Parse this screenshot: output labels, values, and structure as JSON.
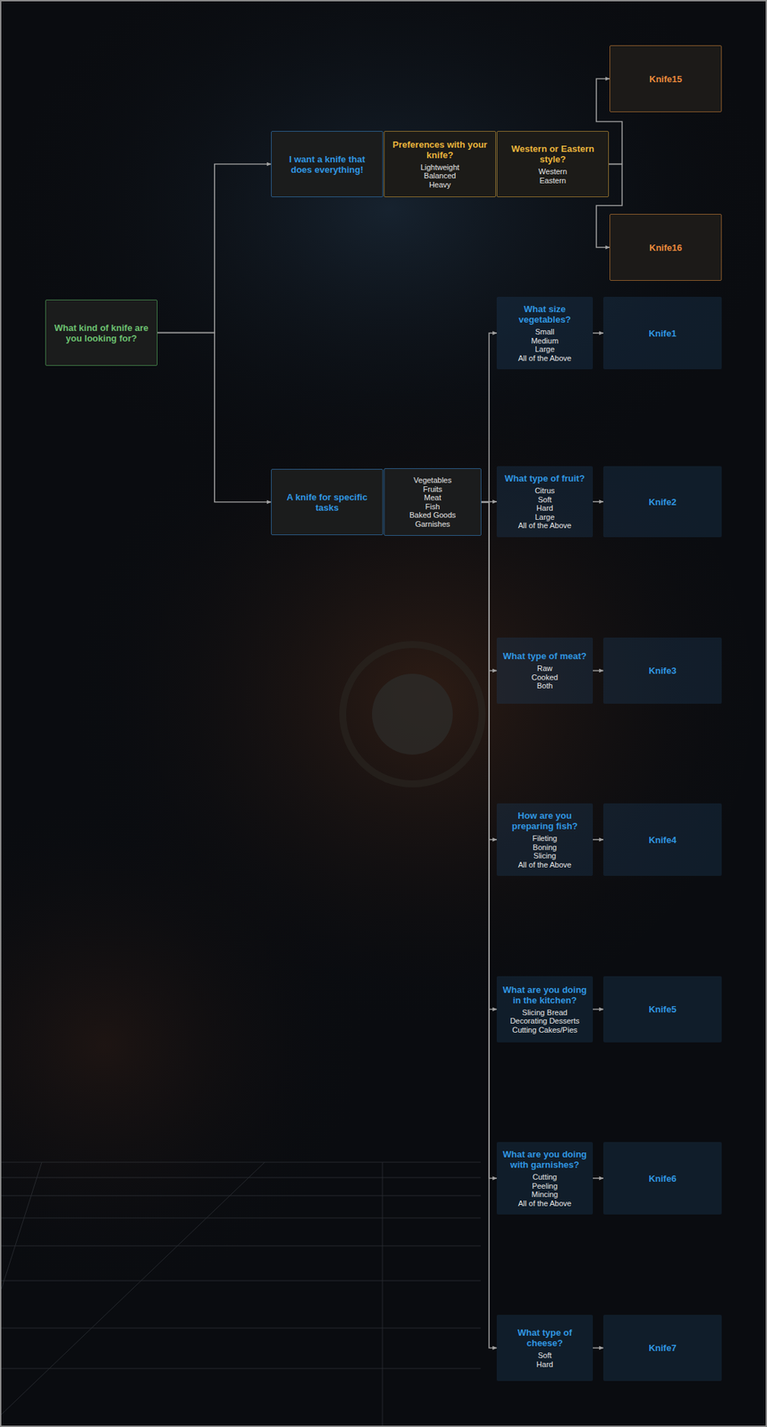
{
  "diagram": {
    "nodes": [
      {
        "text": [
          "What kind of knife are you looking for?"
        ]
      },
      {
        "text": [
          "I want a knife that does everything!"
        ]
      },
      {
        "text": [
          "Preferences with your knife?",
          "Lightweight",
          "Balanced",
          "Heavy"
        ]
      },
      {
        "text": [
          "Western or Eastern style?",
          "Western",
          "Eastern"
        ]
      },
      {
        "text": [
          "Knife15"
        ]
      },
      {
        "text": [
          "Knife16"
        ]
      },
      {
        "text": [
          "A knife for specific tasks"
        ]
      },
      {
        "text": [
          "Vegetables",
          "Fruits",
          "Meat",
          "Fish",
          "Baked Goods",
          "Garnishes"
        ]
      },
      {
        "text": [
          "What size vegetables?",
          "Small",
          "Medium",
          "Large",
          "All of the Above"
        ]
      },
      {
        "text": [
          "Knife1"
        ]
      },
      {
        "text": [
          "What type of fruit?",
          "Citrus",
          "Soft",
          "Hard",
          "Large",
          "All of the Above"
        ]
      },
      {
        "text": [
          "Knife2"
        ]
      },
      {
        "text": [
          "What type of meat?",
          "Raw",
          "Cooked",
          "Both"
        ]
      },
      {
        "text": [
          "Knife3"
        ]
      },
      {
        "text": [
          "How are you preparing fish?",
          "Fileting",
          "Boning",
          "Slicing",
          "All of the Above"
        ]
      },
      {
        "text": [
          "Knife4"
        ]
      },
      {
        "text": [
          "What are you doing in the kitchen?",
          "Slicing Bread",
          "Decorating Desserts",
          "Cutting Cakes/Pies"
        ]
      },
      {
        "text": [
          "Knife5"
        ]
      },
      {
        "text": [
          "What are you doing with garnishes?",
          "Cutting",
          "Peeling",
          "Mincing",
          "All of the Above"
        ]
      },
      {
        "text": [
          "Knife6"
        ]
      },
      {
        "text": [
          "What type of cheese?",
          "Soft",
          "Hard"
        ]
      },
      {
        "text": [
          "Knife7"
        ]
      }
    ],
    "edges": [
      {
        "from": 0,
        "to": 1,
        "arrow": "to"
      },
      {
        "from": 0,
        "to": 6,
        "arrow": "to"
      },
      {
        "from": 3,
        "to": 4,
        "arrow": "to"
      },
      {
        "from": 3,
        "to": 5,
        "arrow": "to"
      },
      {
        "from": 7,
        "to": 8,
        "arrow": "to"
      },
      {
        "from": 7,
        "to": 10,
        "arrow": "to"
      },
      {
        "from": 7,
        "to": 12,
        "arrow": "to"
      },
      {
        "from": 7,
        "to": 14,
        "arrow": "to"
      },
      {
        "from": 7,
        "to": 16,
        "arrow": "to"
      },
      {
        "from": 7,
        "to": 18,
        "arrow": "to"
      },
      {
        "from": 7,
        "to": 20,
        "arrow": "to"
      },
      {
        "from": 8,
        "to": 9,
        "arrow": "to"
      },
      {
        "from": 10,
        "to": 11,
        "arrow": "to"
      },
      {
        "from": 12,
        "to": 13,
        "arrow": "to"
      },
      {
        "from": 14,
        "to": 15,
        "arrow": "to"
      },
      {
        "from": 16,
        "to": 17,
        "arrow": "to"
      },
      {
        "from": 18,
        "to": 19,
        "arrow": "to"
      },
      {
        "from": 20,
        "to": 21,
        "arrow": "to"
      }
    ]
  }
}
